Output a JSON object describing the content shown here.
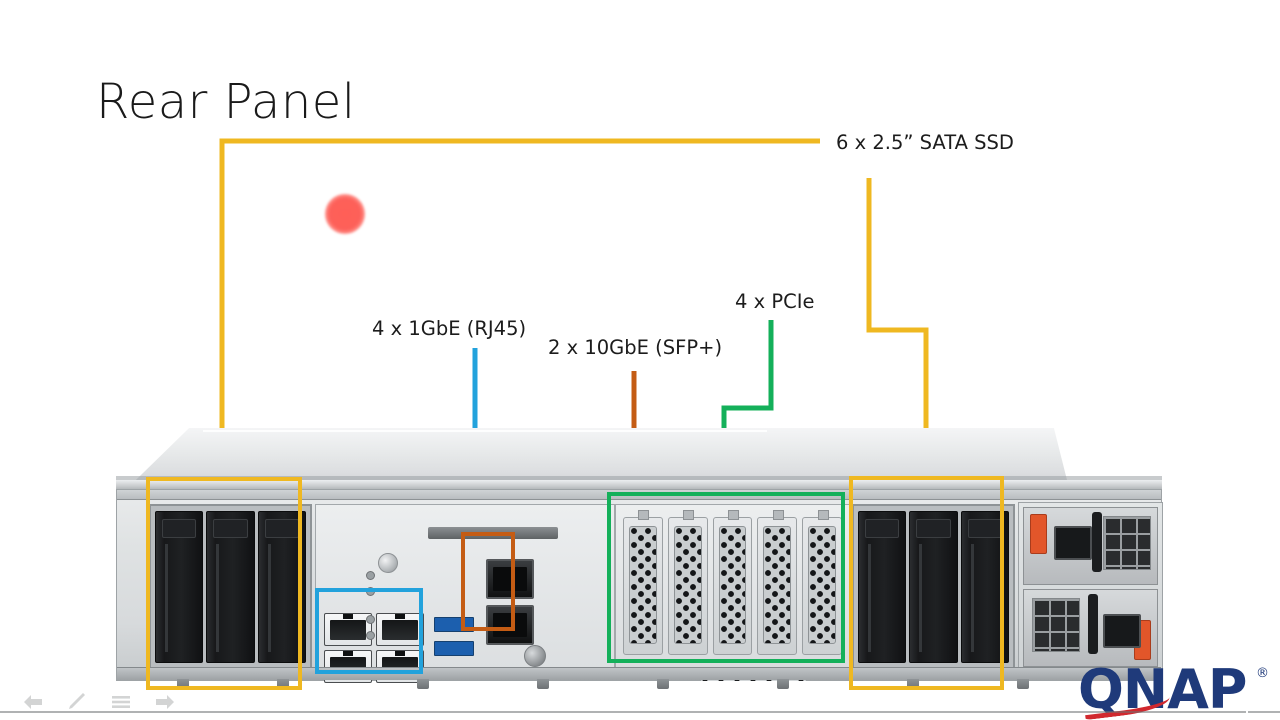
{
  "slide": {
    "title": "Rear Panel"
  },
  "callouts": [
    {
      "id": "ssd",
      "label": "6 x 2.5” SATA SSD",
      "color": "#EFB821",
      "target": "drive-bays"
    },
    {
      "id": "rj45",
      "label": "4 x 1GbE (RJ45)",
      "color": "#22A2DC",
      "target": "rj45-ports"
    },
    {
      "id": "sfp",
      "label": "2 x 10GbE (SFP+)",
      "color": "#C45C14",
      "target": "sfp-ports"
    },
    {
      "id": "pcie",
      "label": "4 x PCIe",
      "color": "#14B05A",
      "target": "pcie-slots"
    }
  ],
  "device": {
    "brand": "QNAP",
    "brand_registered_mark": "®",
    "brand_color": "#1F3A7A",
    "brand_accent_color": "#D1282E",
    "drive_bays": {
      "left_tray_count": 3,
      "right_tray_count": 3
    },
    "pcie_slot_count": 5,
    "rj45_port_count": 4,
    "sfp_port_count": 2,
    "usb_port_count": 2,
    "psu_count": 2
  },
  "pointer": {
    "type": "laser-pointer-dot",
    "color": "#FD6059"
  },
  "toolbar": {
    "items": [
      {
        "name": "previous-slide",
        "icon": "arrow-left-icon"
      },
      {
        "name": "pen-tool",
        "icon": "pen-icon"
      },
      {
        "name": "slide-menu",
        "icon": "menu-icon"
      },
      {
        "name": "next-slide",
        "icon": "arrow-right-icon"
      }
    ]
  }
}
